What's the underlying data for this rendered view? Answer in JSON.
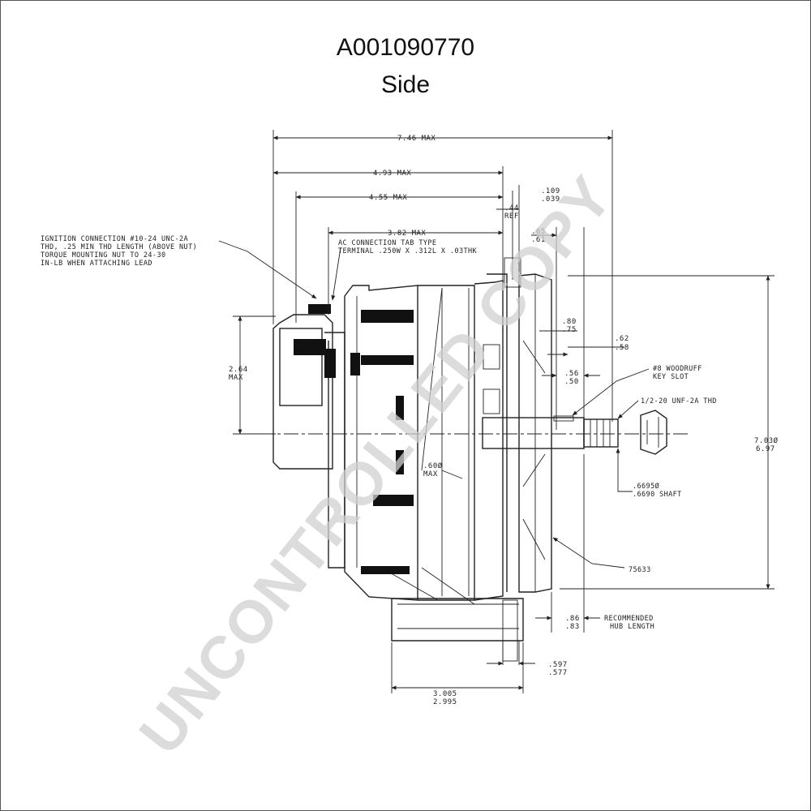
{
  "title": "A001090770",
  "view": "Side",
  "watermark": "UNCONTROLLED COPY",
  "dimensions": {
    "overall": "7.46 MAX",
    "d493": "4.93 MAX",
    "d455": "4.55 MAX",
    "d382": "3.82 MAX",
    "d109a": ".109",
    "d109b": ".039",
    "d44a": ".44",
    "d44b": "REF",
    "d65a": ".65",
    "d65b": ".61",
    "d80a": ".80",
    "d80b": ".75",
    "d62a": ".62",
    "d62b": ".58",
    "d56a": ".56",
    "d56b": ".50",
    "d264a": "2.64",
    "d264b": "MAX",
    "d7030a": "7.03Ø",
    "d7030b": "6.97",
    "d86a": ".86",
    "d86b": ".83",
    "d597a": ".597",
    "d597b": ".577",
    "d3005a": "3.005",
    "d3005b": "2.995",
    "dia60a": ".60Ø",
    "dia60b": "MAX"
  },
  "notes": {
    "ignition1": "IGNITION CONNECTION #10-24 UNC-2A",
    "ignition2": "THD, .25 MIN THD LENGTH (ABOVE NUT)",
    "ignition3": "TORQUE MOUNTING NUT TO 24-30",
    "ignition4": "IN-LB WHEN ATTACHING LEAD",
    "ac1": "AC CONNECTION TAB TYPE",
    "ac2": "TERMINAL .250W X .312L X .03THK",
    "woodruff1": "#8 WOODRUFF",
    "woodruff2": "KEY SLOT",
    "thread": "1/2-20 UNF-2A THD",
    "shaft1": ".6695Ø",
    "shaft2": ".6690 SHAFT",
    "part": "75633",
    "hub1": "RECOMMENDED",
    "hub2": "HUB LENGTH"
  }
}
